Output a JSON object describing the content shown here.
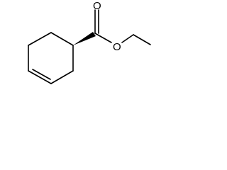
{
  "molecule": {
    "atoms": [
      {
        "id": "ring-c1",
        "element": "C"
      },
      {
        "id": "ring-c2",
        "element": "C"
      },
      {
        "id": "ring-c3",
        "element": "C"
      },
      {
        "id": "ring-c4",
        "element": "C"
      },
      {
        "id": "ring-c5",
        "element": "C"
      },
      {
        "id": "ring-c6",
        "element": "C"
      },
      {
        "id": "carbonyl-c",
        "element": "C"
      },
      {
        "id": "carbonyl-o",
        "element": "O",
        "label": "O"
      },
      {
        "id": "ester-o",
        "element": "O",
        "label": "O"
      },
      {
        "id": "ethyl-ch2",
        "element": "C"
      },
      {
        "id": "ethyl-ch3",
        "element": "C"
      }
    ],
    "bonds": [
      {
        "from": "ring-c1",
        "to": "ring-c2",
        "order": 1
      },
      {
        "from": "ring-c2",
        "to": "ring-c3",
        "order": 1
      },
      {
        "from": "ring-c3",
        "to": "ring-c4",
        "order": 2
      },
      {
        "from": "ring-c4",
        "to": "ring-c5",
        "order": 1
      },
      {
        "from": "ring-c5",
        "to": "ring-c6",
        "order": 1
      },
      {
        "from": "ring-c6",
        "to": "ring-c1",
        "order": 1
      },
      {
        "from": "ring-c1",
        "to": "carbonyl-c",
        "order": 1,
        "stereo": "wedge"
      },
      {
        "from": "carbonyl-c",
        "to": "carbonyl-o",
        "order": 2
      },
      {
        "from": "carbonyl-c",
        "to": "ester-o",
        "order": 1
      },
      {
        "from": "ester-o",
        "to": "ethyl-ch2",
        "order": 1
      },
      {
        "from": "ethyl-ch2",
        "to": "ethyl-ch3",
        "order": 1
      }
    ]
  }
}
